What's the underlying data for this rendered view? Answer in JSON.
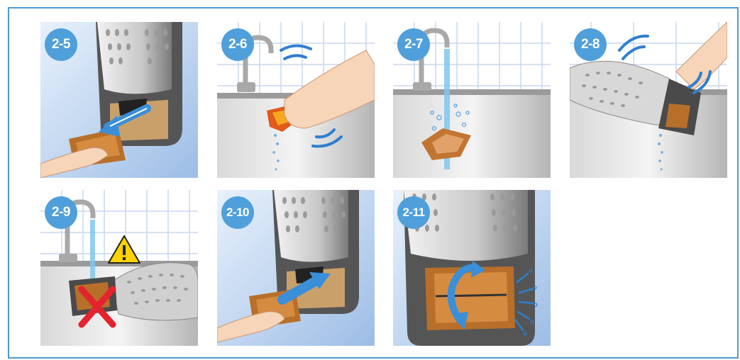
{
  "colors": {
    "frame_border": "#4a9bd6",
    "badge": "#4f9fdb",
    "arrow_blue": "#3a8fd8",
    "warning_red": "#e3232d",
    "warning_yellow": "#ffd200",
    "cassette_brown": "#b86f2a"
  },
  "steps": [
    {
      "label": "2-5",
      "icon": "pull-out-arrow-icon"
    },
    {
      "label": "2-6",
      "icon": "shake-motion-icon"
    },
    {
      "label": "2-7",
      "icon": "water-rinse-icon"
    },
    {
      "label": "2-8",
      "icon": "shake-motion-icon"
    },
    {
      "label": "2-9",
      "icon": "warning-triangle-icon"
    },
    {
      "label": "2-10",
      "icon": "push-in-arrow-icon"
    },
    {
      "label": "2-11",
      "icon": "rotate-arrow-icon"
    }
  ]
}
